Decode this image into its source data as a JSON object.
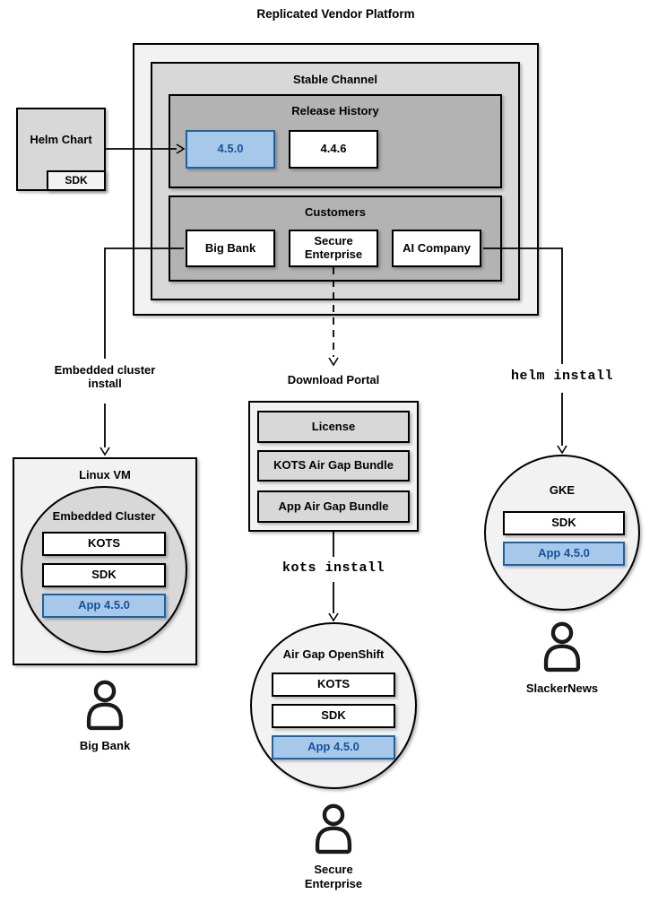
{
  "title": "Replicated Vendor Platform",
  "stable_channel": {
    "title": "Stable Channel"
  },
  "release_history": {
    "title": "Release History",
    "releases": [
      "4.5.0",
      "4.4.6"
    ]
  },
  "customers": {
    "title": "Customers",
    "items": [
      "Big Bank",
      "Secure Enterprise",
      "AI Company"
    ]
  },
  "helm_chart": {
    "label": "Helm Chart",
    "sdk": "SDK"
  },
  "left_flow": {
    "arrow_label": "Embedded cluster install",
    "vm_title": "Linux VM",
    "cluster_title": "Embedded Cluster",
    "components": [
      "KOTS",
      "SDK",
      "App 4.5.0"
    ],
    "persona": "Big Bank"
  },
  "middle_flow": {
    "portal_title": "Download Portal",
    "portal_items": [
      "License",
      "KOTS Air Gap Bundle",
      "App Air Gap Bundle"
    ],
    "command": "kots install",
    "cluster_title": "Air Gap OpenShift",
    "components": [
      "KOTS",
      "SDK",
      "App 4.5.0"
    ],
    "persona": "Secure Enterprise"
  },
  "right_flow": {
    "command": "helm install",
    "cluster_title": "GKE",
    "components": [
      "SDK",
      "App 4.5.0"
    ],
    "persona": "SlackerNews"
  },
  "colors": {
    "outer_fill": "#f2f2f2",
    "mid_fill": "#d8d8d8",
    "inner_fill": "#b3b3b3",
    "highlight_fill": "#a8c8ea",
    "highlight_border": "#1b63a8",
    "highlight_text": "#15539e"
  }
}
